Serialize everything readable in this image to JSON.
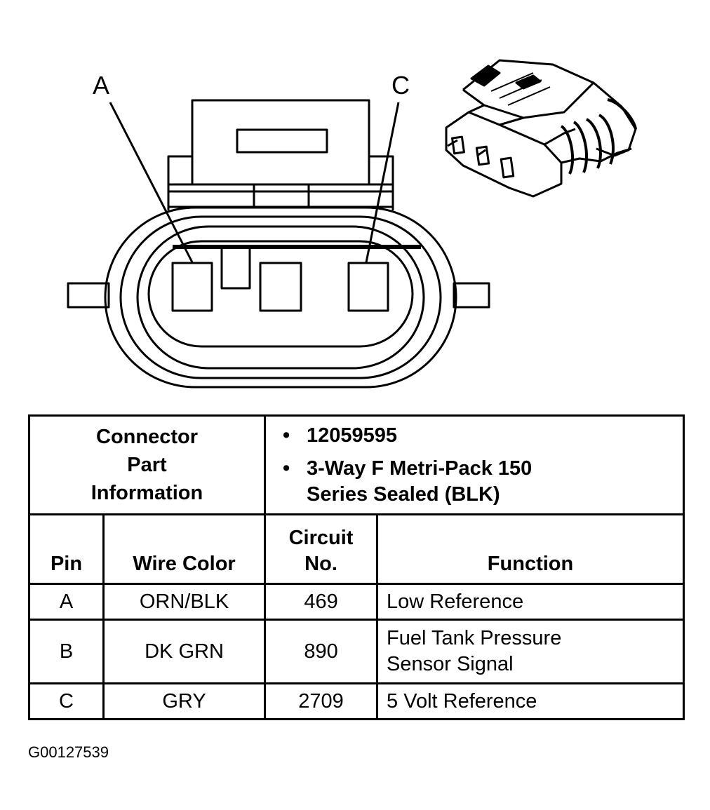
{
  "diagram": {
    "callout_a": "A",
    "callout_c": "C"
  },
  "table": {
    "part_info_label": "Connector Part Information",
    "part_numbers": [
      "12059595",
      "3-Way F Metri-Pack 150 Series Sealed (BLK)"
    ],
    "headers": {
      "pin": "Pin",
      "wire_color": "Wire Color",
      "circuit": "Circuit No.",
      "function": "Function"
    },
    "rows": [
      {
        "pin": "A",
        "wire_color": "ORN/BLK",
        "circuit": "469",
        "function": "Low Reference"
      },
      {
        "pin": "B",
        "wire_color": "DK GRN",
        "circuit": "890",
        "function": "Fuel Tank Pressure Sensor Signal"
      },
      {
        "pin": "C",
        "wire_color": "GRY",
        "circuit": "2709",
        "function": "5 Volt Reference"
      }
    ]
  },
  "figure_id": "G00127539"
}
